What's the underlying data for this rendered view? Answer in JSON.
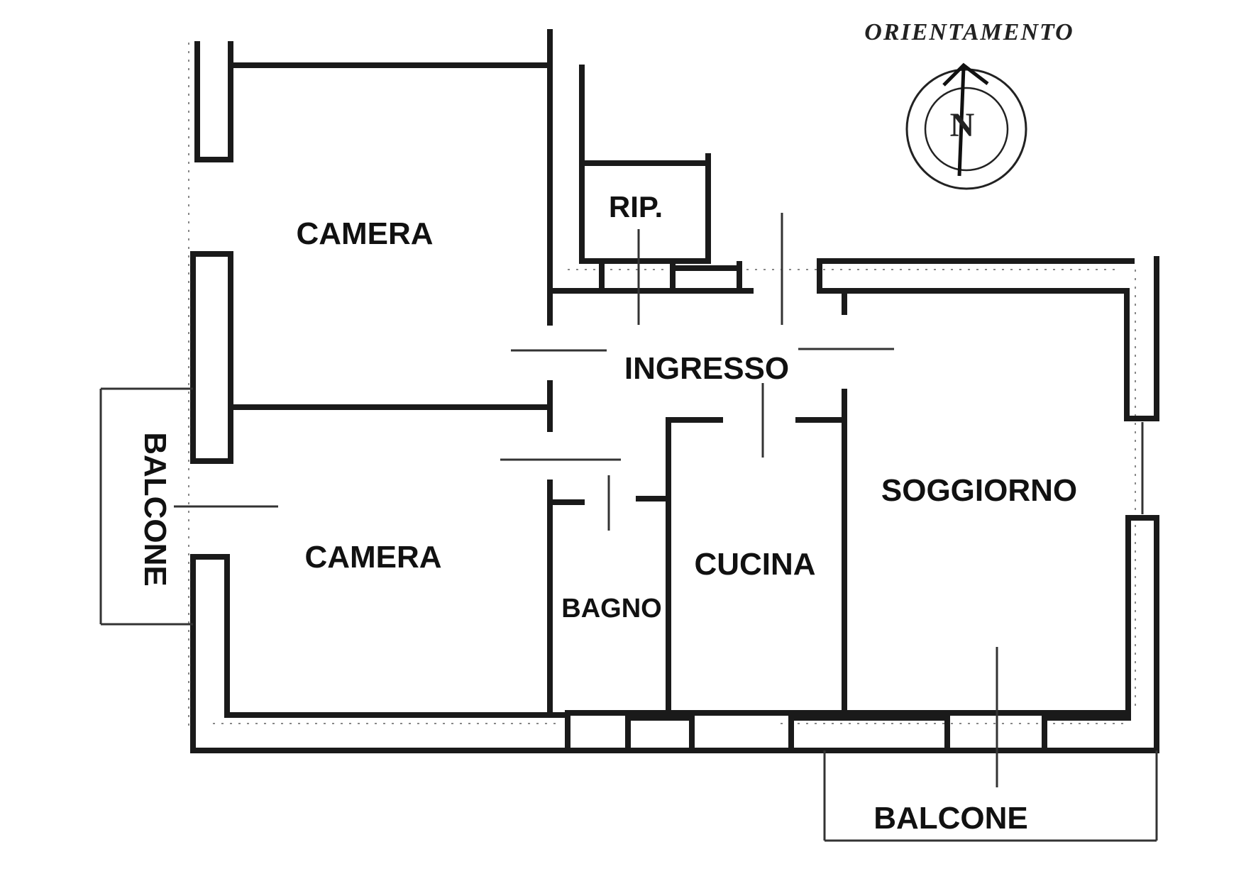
{
  "colors": {
    "wall": "#1a1a1a",
    "thin_line": "#333333",
    "dashed": "#777777",
    "background": "#ffffff"
  },
  "compass": {
    "title": "ORIENTAMENTO",
    "north_letter": "N"
  },
  "rooms": {
    "camera_top": "CAMERA",
    "camera_bottom": "CAMERA",
    "ripostiglio": "RIP.",
    "ingresso": "INGRESSO",
    "soggiorno": "SOGGIORNO",
    "cucina": "CUCINA",
    "bagno": "BAGNO",
    "balcone_left": "BALCONE",
    "balcone_bottom": "BALCONE"
  }
}
